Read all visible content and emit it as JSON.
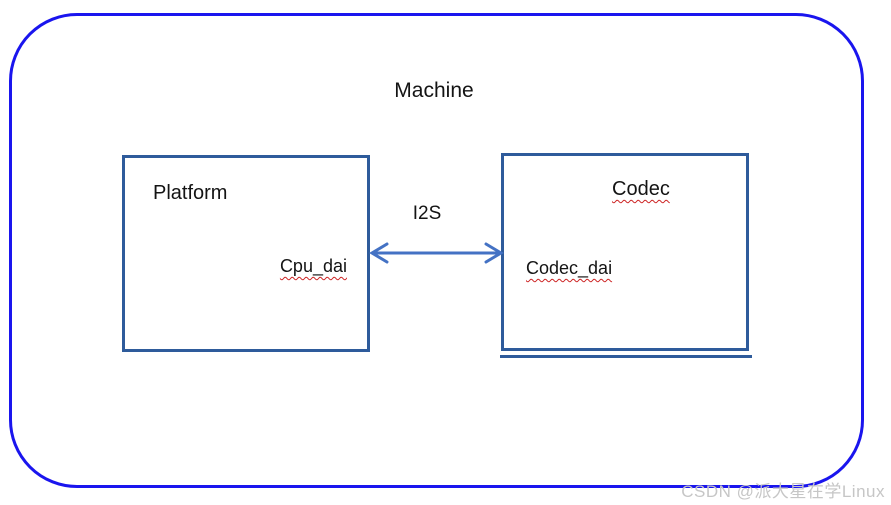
{
  "diagram": {
    "machine_label": "Machine",
    "platform": {
      "title": "Platform",
      "dai_label": "Cpu_dai"
    },
    "codec": {
      "title": "Codec",
      "dai_label": "Codec_dai"
    },
    "bus_label": "I2S"
  },
  "watermark": "CSDN @派大星在学Linux",
  "colors": {
    "outer_border": "#1A15EE",
    "inner_border": "#2E5B9B",
    "arrow": "#4472C4",
    "spellcheck_underline": "#CC2222",
    "watermark_text": "#C6C6C6",
    "text": "#141414",
    "background": "#FFFFFF"
  }
}
